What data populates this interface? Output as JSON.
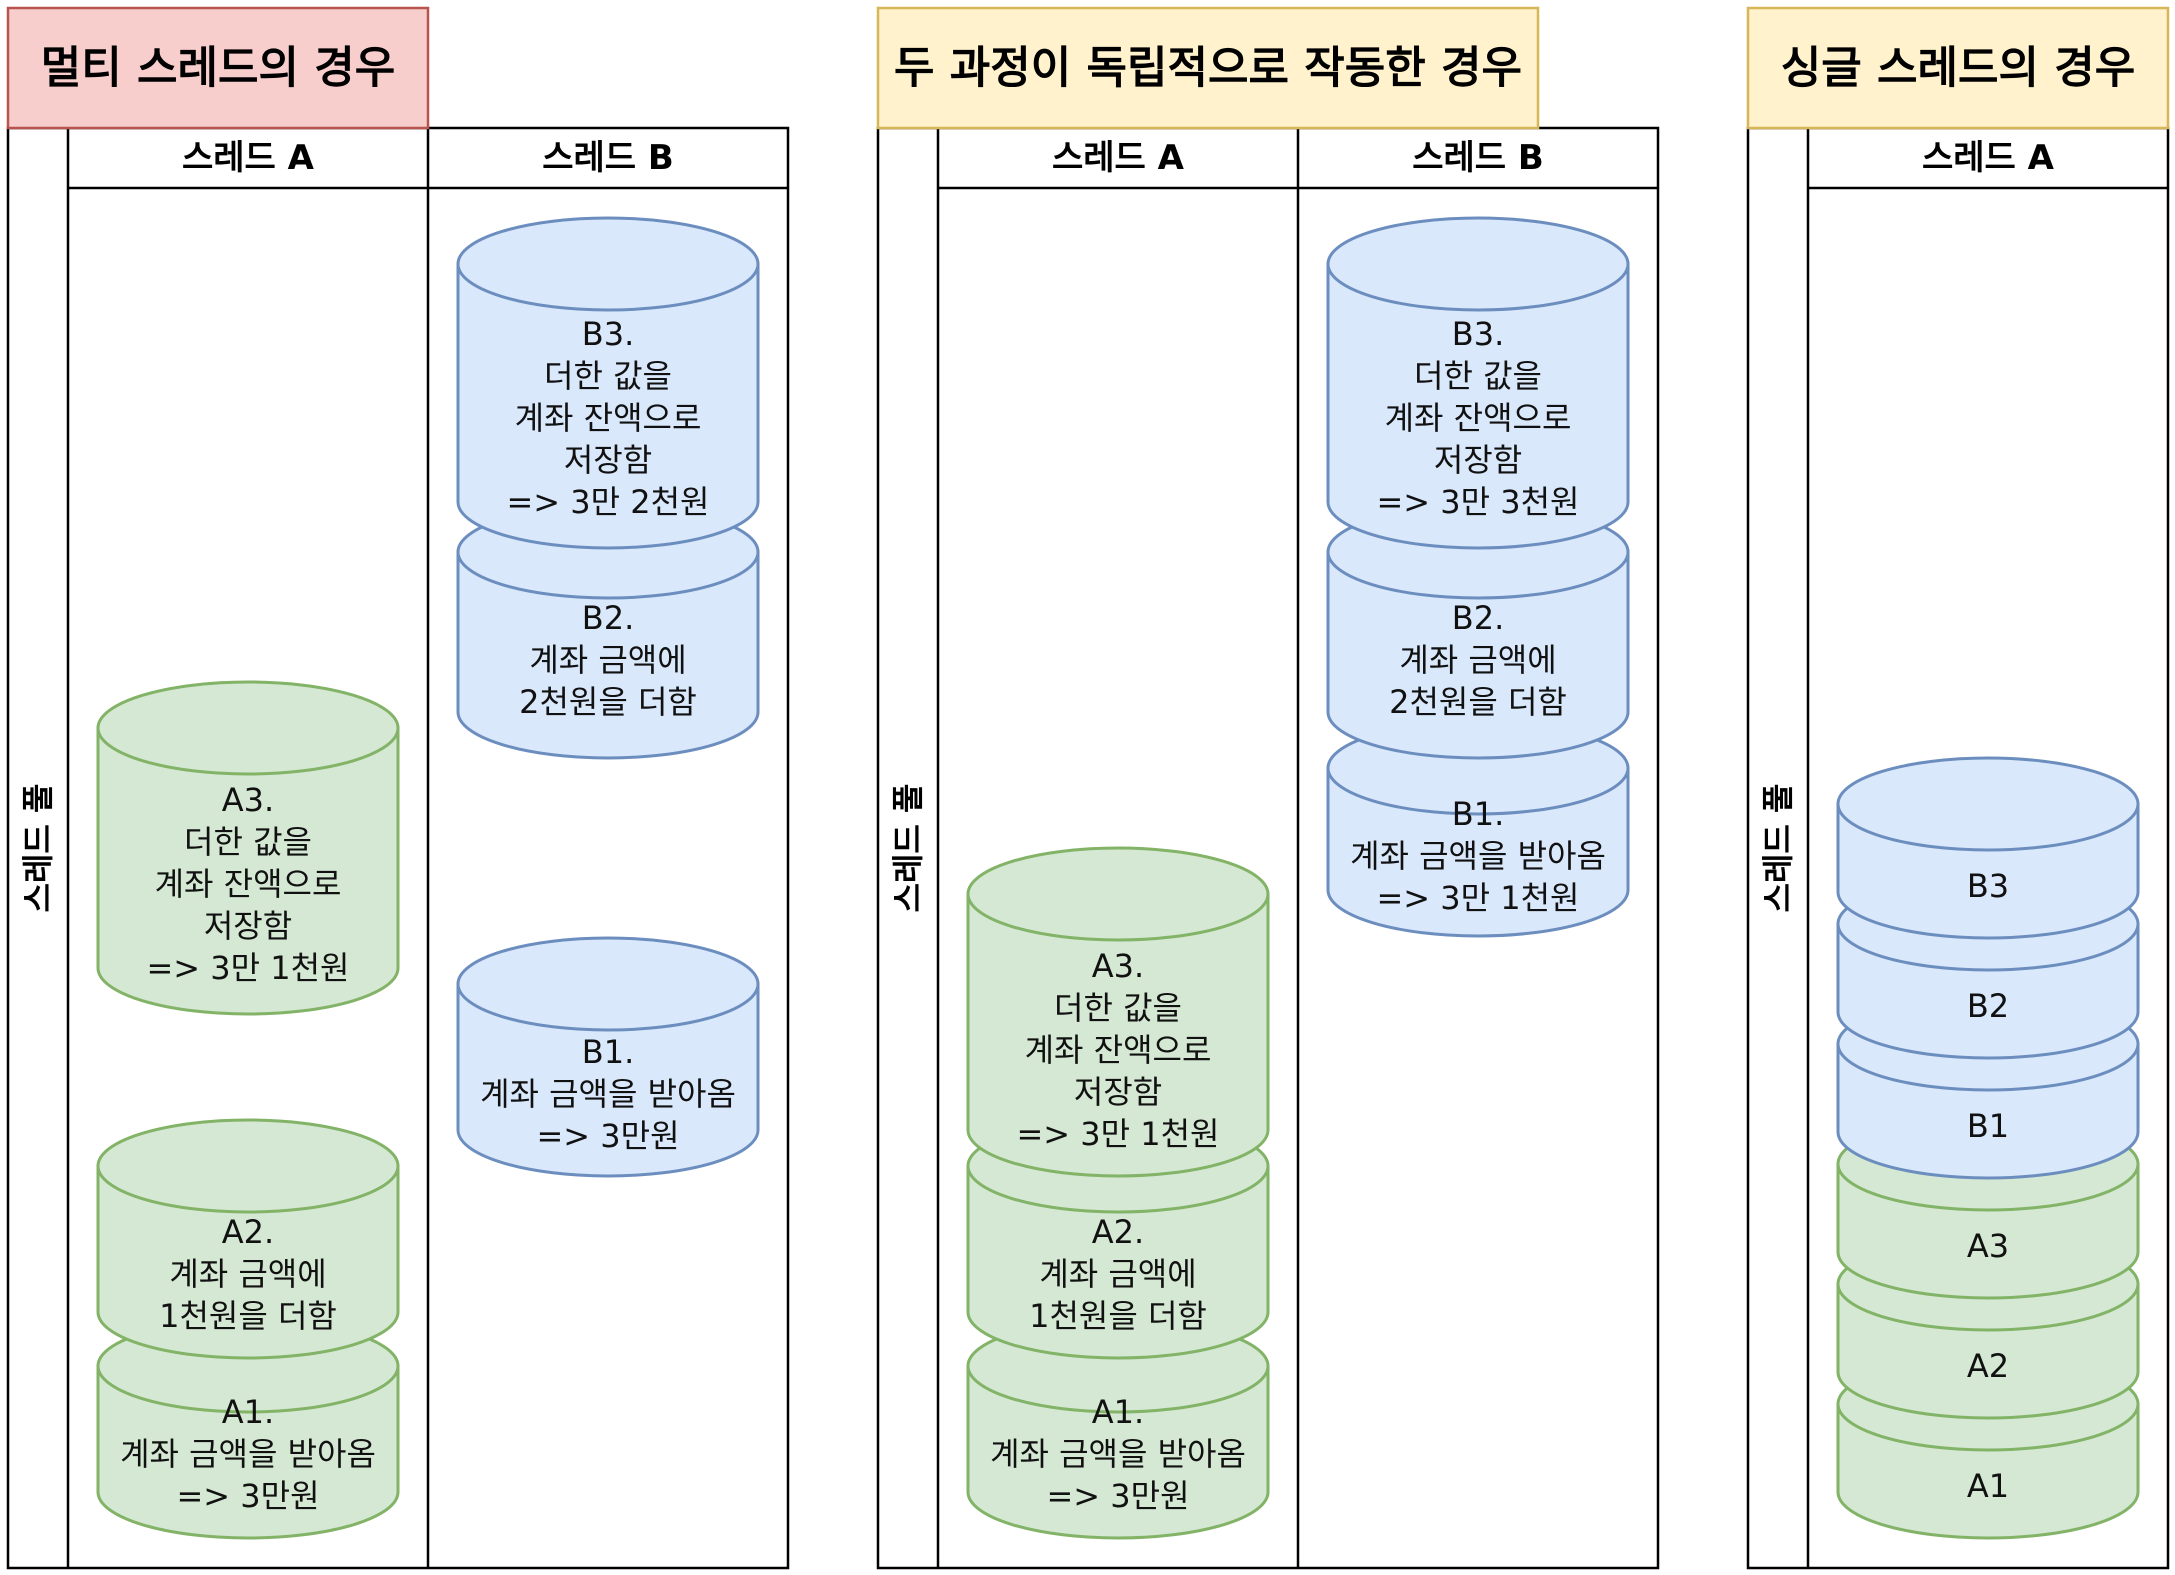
{
  "colors": {
    "green_fill": "#d5e8d4",
    "green_stroke": "#82b366",
    "blue_fill": "#dae8fc",
    "blue_stroke": "#6c8ebf",
    "red_title_fill": "#f8cecc",
    "red_title_stroke": "#b85450",
    "yellow_title_fill": "#fff2cc",
    "yellow_title_stroke": "#d6b656"
  },
  "multi": {
    "title": "멀티 스레드의 경우",
    "pool_label": "스레드 풀",
    "thread_a": "스레드 A",
    "thread_b": "스레드 B",
    "a3": [
      "A3.",
      "더한 값을",
      "계좌 잔액으로",
      "저장함",
      "=> 3만 1천원"
    ],
    "a2": [
      "A2.",
      "계좌 금액에",
      "1천원을 더함"
    ],
    "a1": [
      "A1.",
      "계좌 금액을 받아옴",
      "=> 3만원"
    ],
    "b3": [
      "B3.",
      "더한 값을",
      "계좌 잔액으로",
      "저장함",
      "=> 3만 2천원"
    ],
    "b2": [
      "B2.",
      "계좌 금액에",
      "2천원을 더함"
    ],
    "b1": [
      "B1.",
      "계좌 금액을 받아옴",
      "=> 3만원"
    ]
  },
  "independent": {
    "title": "두 과정이 독립적으로 작동한 경우",
    "pool_label": "스레드 풀",
    "thread_a": "스레드 A",
    "thread_b": "스레드 B",
    "a3": [
      "A3.",
      "더한 값을",
      "계좌 잔액으로",
      "저장함",
      "=> 3만 1천원"
    ],
    "a2": [
      "A2.",
      "계좌 금액에",
      "1천원을 더함"
    ],
    "a1": [
      "A1.",
      "계좌 금액을 받아옴",
      "=> 3만원"
    ],
    "b3": [
      "B3.",
      "더한 값을",
      "계좌 잔액으로",
      "저장함",
      "=> 3만 3천원"
    ],
    "b2": [
      "B2.",
      "계좌 금액에",
      "2천원을 더함"
    ],
    "b1": [
      "B1.",
      "계좌 금액을 받아옴",
      "=> 3만 1천원"
    ]
  },
  "single": {
    "title": "싱글 스레드의 경우",
    "pool_label": "스레드 풀",
    "thread_a": "스레드 A",
    "stack": [
      "B3",
      "B2",
      "B1",
      "A3",
      "A2",
      "A1"
    ]
  }
}
